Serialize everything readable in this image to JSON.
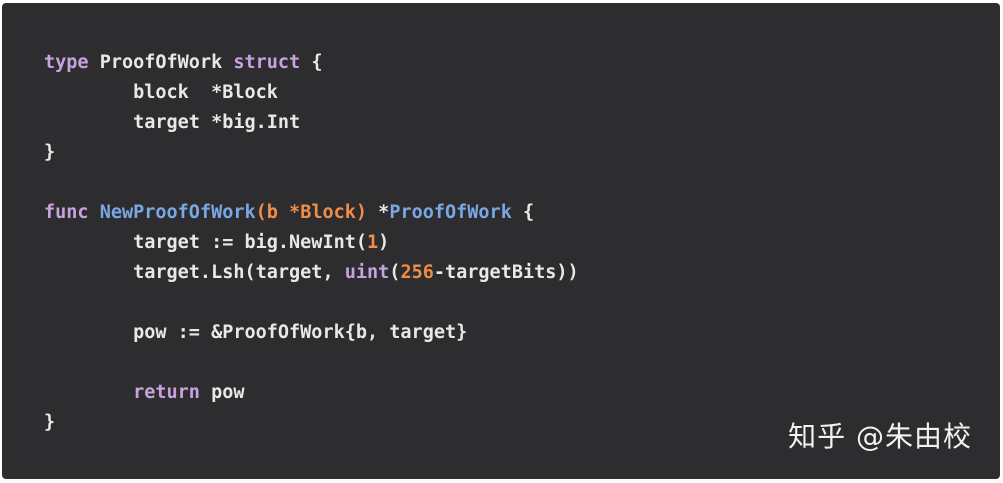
{
  "colors": {
    "background": "#2d2d30",
    "keyword": "#c8a2e0",
    "function": "#7aa7e6",
    "param": "#f08d49",
    "number": "#f08d49",
    "text": "#e8e8e8"
  },
  "code": {
    "lines": [
      [
        {
          "t": "type",
          "k": "kw"
        },
        {
          "t": " ProofOfWork ",
          "k": "plain"
        },
        {
          "t": "struct",
          "k": "kw"
        },
        {
          "t": " {",
          "k": "plain"
        }
      ],
      [
        {
          "t": "        block  *Block",
          "k": "plain"
        }
      ],
      [
        {
          "t": "        target *big.Int",
          "k": "plain"
        }
      ],
      [
        {
          "t": "}",
          "k": "plain"
        }
      ],
      [
        {
          "t": "",
          "k": "plain"
        }
      ],
      [
        {
          "t": "func",
          "k": "kw"
        },
        {
          "t": " ",
          "k": "plain"
        },
        {
          "t": "NewProofOfWork",
          "k": "fn"
        },
        {
          "t": "(b *Block)",
          "k": "param"
        },
        {
          "t": " *",
          "k": "plain"
        },
        {
          "t": "ProofOfWork",
          "k": "fn"
        },
        {
          "t": " {",
          "k": "plain"
        }
      ],
      [
        {
          "t": "        target := big.NewInt(",
          "k": "plain"
        },
        {
          "t": "1",
          "k": "num"
        },
        {
          "t": ")",
          "k": "plain"
        }
      ],
      [
        {
          "t": "        target.Lsh(target, ",
          "k": "plain"
        },
        {
          "t": "uint",
          "k": "kw"
        },
        {
          "t": "(",
          "k": "plain"
        },
        {
          "t": "256",
          "k": "num"
        },
        {
          "t": "-targetBits))",
          "k": "plain"
        }
      ],
      [
        {
          "t": "",
          "k": "plain"
        }
      ],
      [
        {
          "t": "        pow := &ProofOfWork{b, target}",
          "k": "plain"
        }
      ],
      [
        {
          "t": "",
          "k": "plain"
        }
      ],
      [
        {
          "t": "        ",
          "k": "plain"
        },
        {
          "t": "return",
          "k": "kw"
        },
        {
          "t": " pow",
          "k": "plain"
        }
      ],
      [
        {
          "t": "}",
          "k": "plain"
        }
      ]
    ]
  },
  "watermark": {
    "text": "知乎 @朱由校"
  }
}
